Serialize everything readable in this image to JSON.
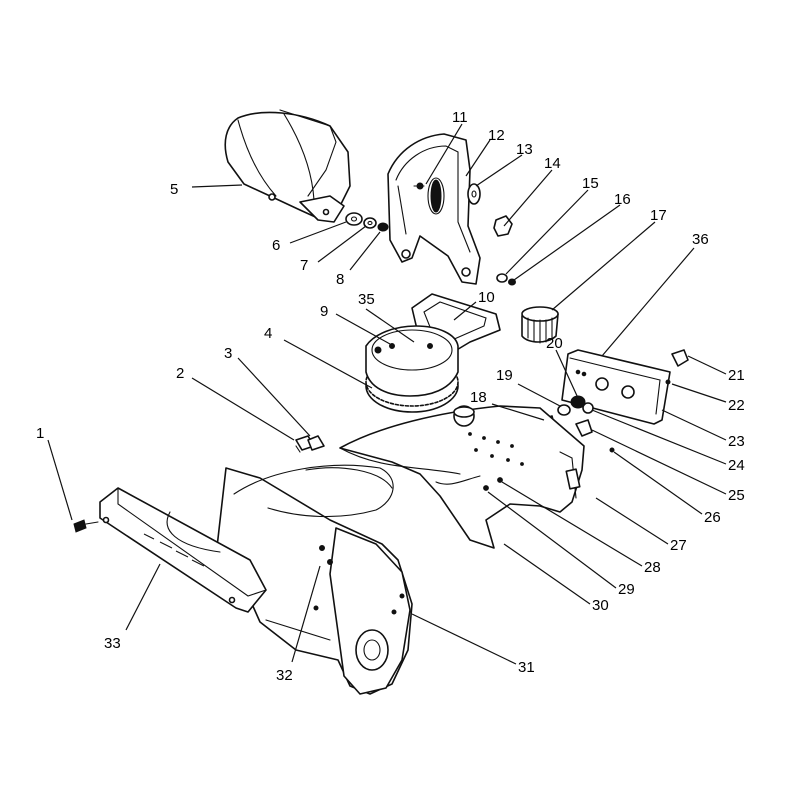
{
  "callouts": {
    "c1": "1",
    "c2": "2",
    "c3": "3",
    "c4": "4",
    "c5": "5",
    "c6": "6",
    "c7": "7",
    "c8": "8",
    "c9": "9",
    "c10": "10",
    "c11": "11",
    "c12": "12",
    "c13": "13",
    "c14": "14",
    "c15": "15",
    "c16": "16",
    "c17": "17",
    "c18": "18",
    "c19": "19",
    "c20": "20",
    "c21": "21",
    "c22": "22",
    "c23": "23",
    "c24": "24",
    "c25": "25",
    "c26": "26",
    "c27": "27",
    "c28": "28",
    "c29": "29",
    "c30": "30",
    "c31": "31",
    "c32": "32",
    "c33": "33",
    "c35": "35",
    "c36": "36"
  },
  "colors": {
    "line": "#111111",
    "background": "#ffffff"
  }
}
